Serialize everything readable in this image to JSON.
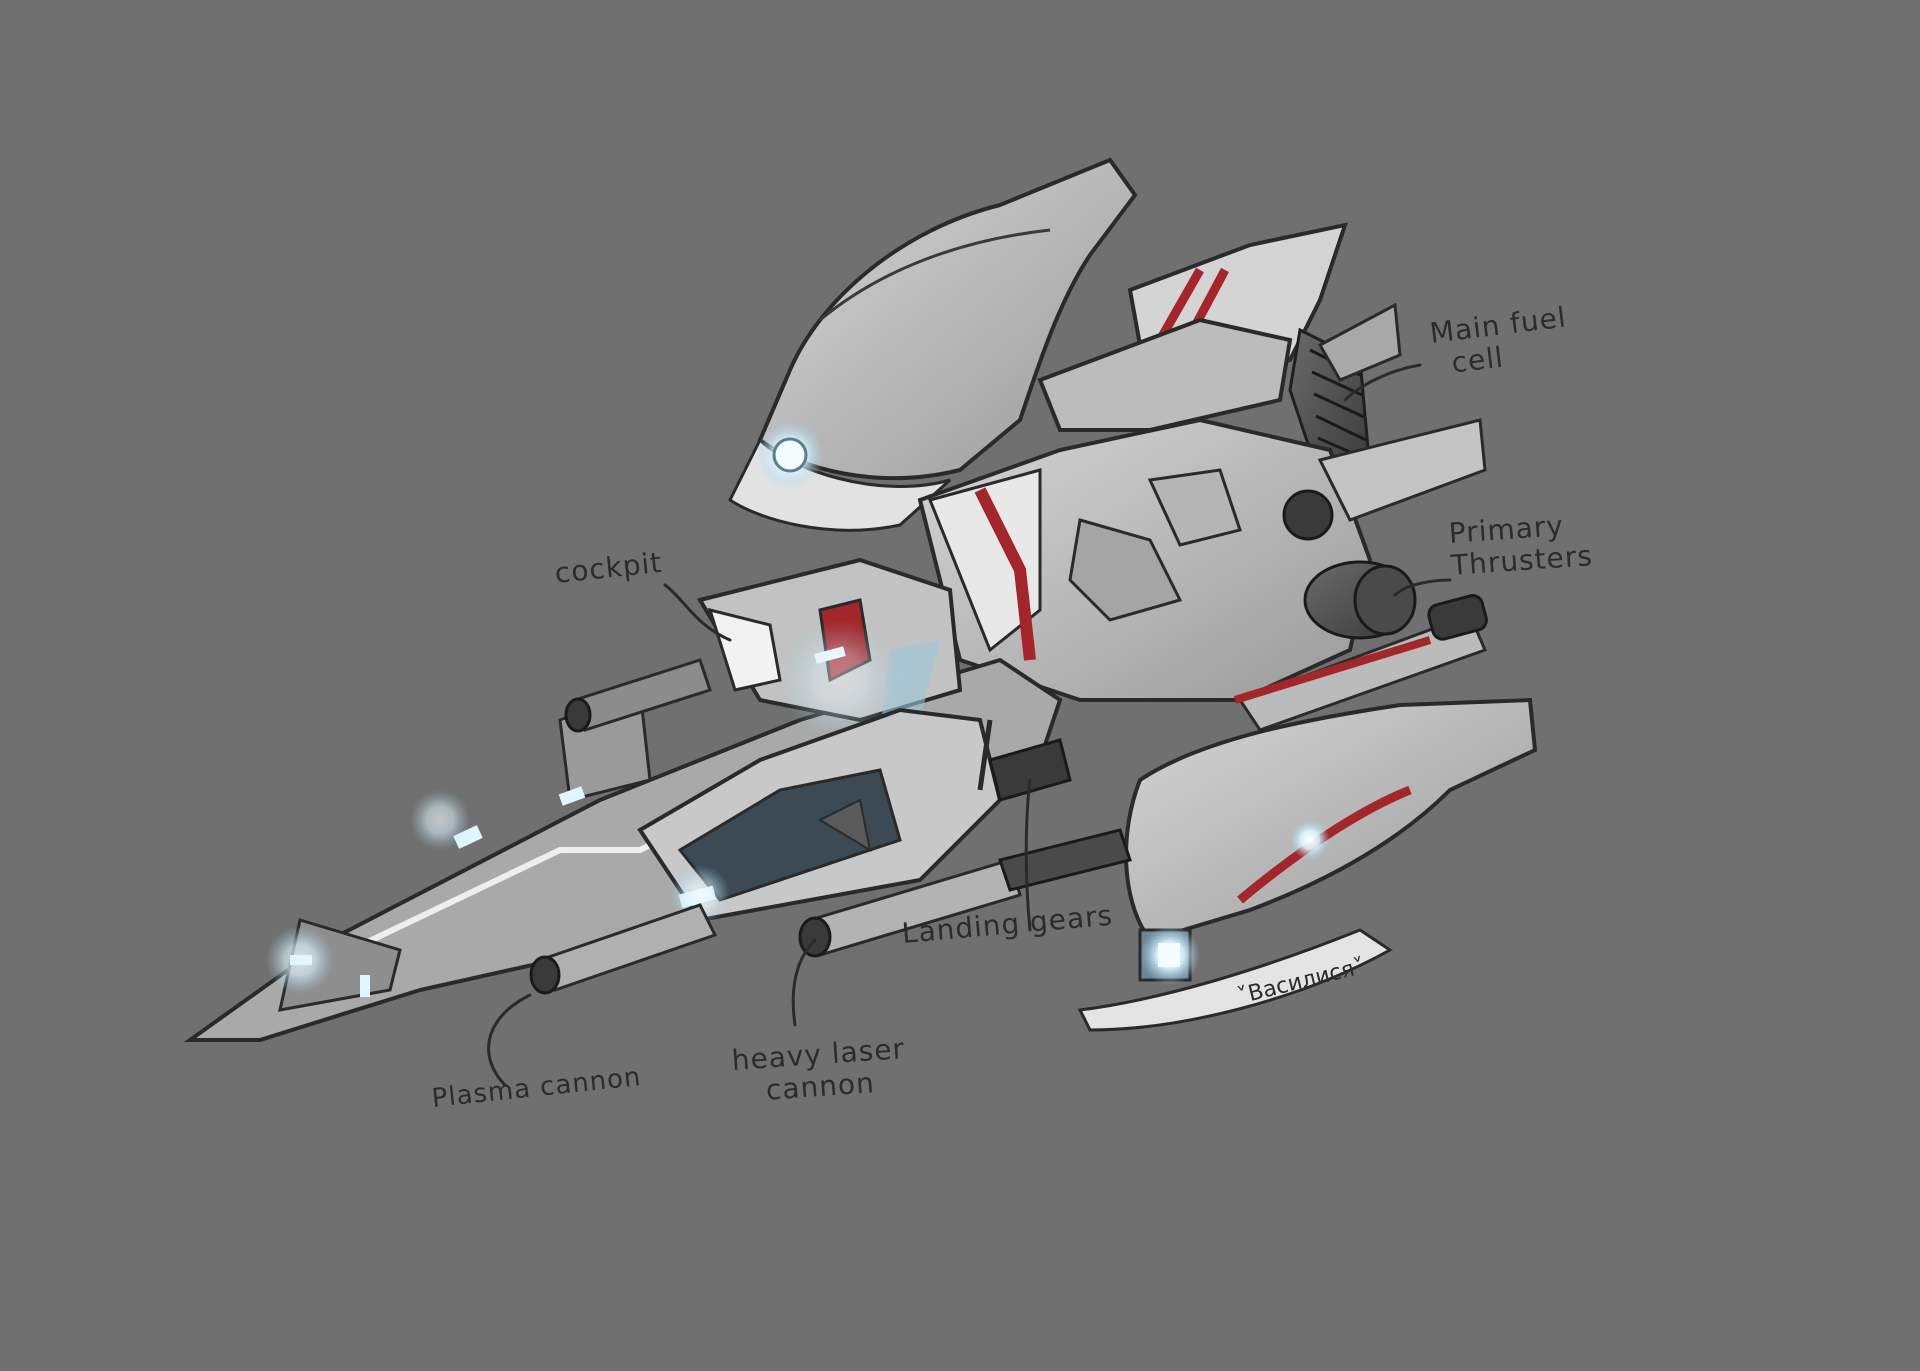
{
  "artwork": {
    "subject": "spaceship concept sketch",
    "background_color": "#707070",
    "hull_color": "#bdbdbd",
    "accent_color": "#a3262a",
    "glow_color": "#dff6ff",
    "outline_color": "#2a2a2a"
  },
  "annotations": {
    "main_fuel_cell": {
      "line1": "Main fuel",
      "line2": "cell"
    },
    "primary_thrusters": {
      "line1": "Primary",
      "line2": "Thrusters"
    },
    "cockpit": {
      "line1": "cockpit"
    },
    "landing_gears": {
      "line1": "Landing gears"
    },
    "plasma_cannon": {
      "line1": "Plasma cannon"
    },
    "heavy_laser_cannon": {
      "line1": "heavy laser",
      "line2": "cannon"
    }
  },
  "signature": {
    "text": "˅Василися˅"
  }
}
